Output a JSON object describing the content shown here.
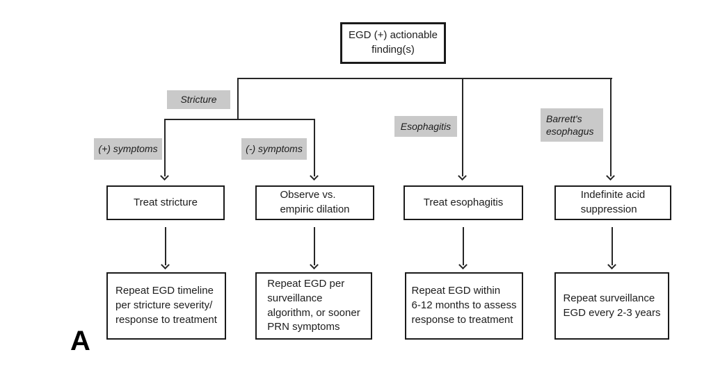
{
  "figure_label": "A",
  "root": {
    "label": "EGD (+) actionable\nfinding(s)"
  },
  "branches": {
    "stricture": {
      "label": "Stricture",
      "plus_symptoms": "(+) symptoms",
      "minus_symptoms": "(-) symptoms"
    },
    "esophagitis": {
      "label": "Esophagitis"
    },
    "barretts": {
      "label": "Barrett's\nesophagus"
    }
  },
  "actions": {
    "treat_stricture": "Treat stricture",
    "observe_vs_dilation": "Observe vs.\nempiric dilation",
    "treat_esophagitis": "Treat esophagitis",
    "acid_suppression": "Indefinite acid\nsuppression"
  },
  "followups": {
    "stricture_plus": "Repeat EGD timeline\nper stricture severity/\nresponse to treatment",
    "stricture_minus": "Repeat EGD per\nsurveillance\nalgorithm, or sooner\nPRN symptoms",
    "esophagitis": "Repeat EGD within\n6-12 months to assess\nresponse to treatment",
    "barretts": "Repeat surveillance\nEGD every 2-3 years"
  },
  "colors": {
    "line": "#262626",
    "box_border": "#1a1a1a",
    "label_background": "#c9c9c9"
  }
}
